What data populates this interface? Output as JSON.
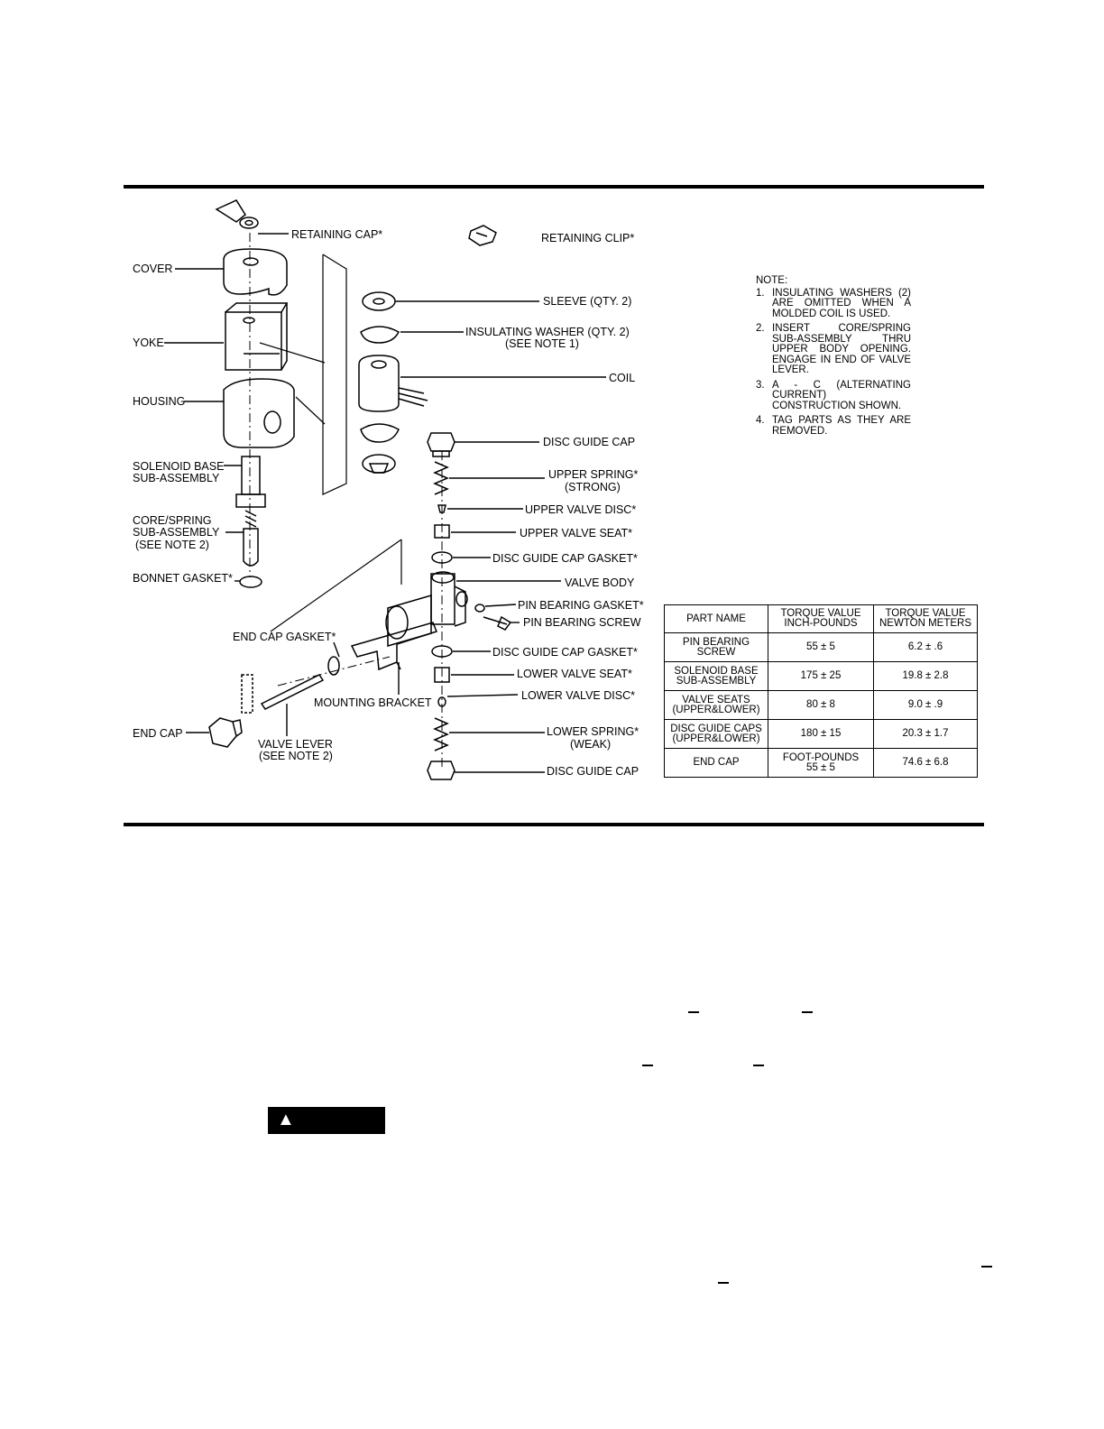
{
  "labels": {
    "retaining_cap": "RETAINING CAP*",
    "retaining_clip": "RETAINING CLIP*",
    "cover": "COVER",
    "yoke": "YOKE",
    "housing": "HOUSING",
    "solenoid_base_1": "SOLENOID BASE",
    "solenoid_base_2": "SUB-ASSEMBLY",
    "core_spring_1": "CORE/SPRING",
    "core_spring_2": "SUB-ASSEMBLY",
    "core_spring_3": "(SEE NOTE 2)",
    "bonnet_gasket": "BONNET GASKET*",
    "end_cap_gasket": "END CAP GASKET*",
    "mounting_bracket": "MOUNTING BRACKET",
    "end_cap": "END CAP",
    "valve_lever_1": "VALVE LEVER",
    "valve_lever_2": "(SEE NOTE 2)",
    "sleeve": "SLEEVE (QTY. 2)",
    "insulating_washer_1": "INSULATING WASHER (QTY. 2)",
    "insulating_washer_2": "(SEE NOTE 1)",
    "coil": "COIL",
    "disc_guide_cap_top": "DISC GUIDE CAP",
    "upper_spring_1": "UPPER SPRING*",
    "upper_spring_2": "(STRONG)",
    "upper_valve_disc": "UPPER VALVE DISC*",
    "upper_valve_seat": "UPPER VALVE SEAT*",
    "disc_guide_cap_gasket_top": "DISC GUIDE CAP GASKET*",
    "valve_body": "VALVE BODY",
    "pin_bearing_gasket": "PIN BEARING GASKET*",
    "pin_bearing_screw": "PIN BEARING SCREW",
    "disc_guide_cap_gasket_bottom": "DISC GUIDE CAP GASKET*",
    "lower_valve_seat": "LOWER VALVE SEAT*",
    "lower_valve_disc": "LOWER VALVE DISC*",
    "lower_spring_1": "LOWER SPRING*",
    "lower_spring_2": "(WEAK)",
    "disc_guide_cap_bottom": "DISC GUIDE CAP"
  },
  "notes": {
    "heading": "NOTE:",
    "items": [
      {
        "num": "1.",
        "text": "INSULATING WASHERS (2) ARE OMITTED WHEN A MOLDED COIL IS USED."
      },
      {
        "num": "2.",
        "text": "INSERT CORE/SPRING SUB-ASSEMBLY THRU UPPER BODY OPENING. ENGAGE IN END OF VALVE LEVER."
      },
      {
        "num": "3.",
        "text": "A - C (ALTERNATING CURRENT) CONSTRUCTION SHOWN."
      },
      {
        "num": "4.",
        "text": "TAG PARTS AS THEY ARE REMOVED."
      }
    ]
  },
  "torque_table": {
    "headers": [
      [
        "PART NAME"
      ],
      [
        "TORQUE VALUE",
        "INCH-POUNDS"
      ],
      [
        "TORQUE VALUE",
        "NEWTON METERS"
      ]
    ],
    "rows": [
      {
        "part": [
          "PIN BEARING",
          "SCREW"
        ],
        "inch": [
          "55 ± 5"
        ],
        "nm": "6.2 ± .6"
      },
      {
        "part": [
          "SOLENOID BASE",
          "SUB-ASSEMBLY"
        ],
        "inch": [
          "175 ± 25"
        ],
        "nm": "19.8 ± 2.8"
      },
      {
        "part": [
          "VALVE SEATS",
          "(UPPER&LOWER)"
        ],
        "inch": [
          "80 ± 8"
        ],
        "nm": "9.0 ± .9"
      },
      {
        "part": [
          "DISC GUIDE CAPS",
          "(UPPER&LOWER)"
        ],
        "inch": [
          "180 ± 15"
        ],
        "nm": "20.3 ± 1.7"
      },
      {
        "part": [
          "END CAP"
        ],
        "inch": [
          "FOOT-POUNDS",
          "55 ± 5"
        ],
        "nm": "74.6 ± 6.8"
      }
    ]
  },
  "warning_icon": "warning-triangle-icon"
}
